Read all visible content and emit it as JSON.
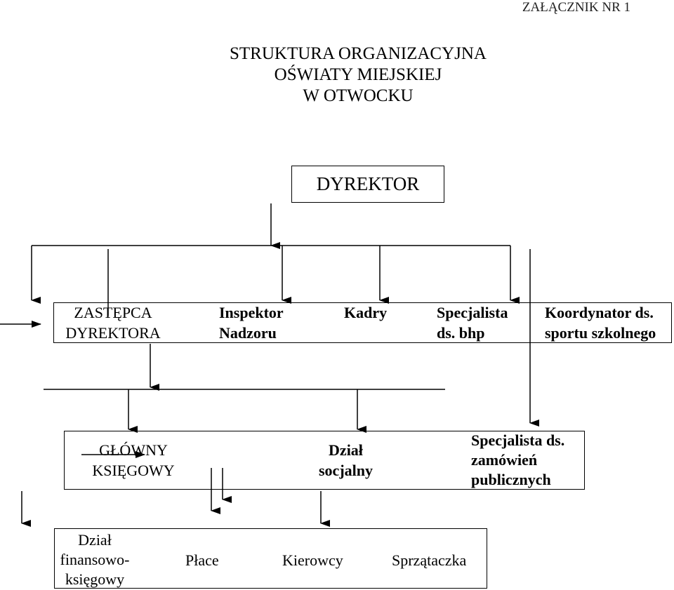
{
  "annex_label": "ZAŁĄCZNIK NR 1",
  "title": {
    "line1": "STRUKTURA ORGANIZACYJNA",
    "line2": "OŚWIATY MIEJSKIEJ",
    "line3": "W OTWOCKU"
  },
  "director": {
    "label": "DYREKTOR"
  },
  "level1": {
    "deputy": {
      "line1": "ZASTĘPCA",
      "line2": "DYREKTORA"
    },
    "inspector": {
      "line1": "Inspektor",
      "line2": "Nadzoru"
    },
    "hr": {
      "label": "Kadry"
    },
    "bhp": {
      "line1": "Specjalista",
      "line2": "ds. bhp"
    },
    "sport": {
      "line1": "Koordynator ds.",
      "line2": "sportu szkolnego"
    }
  },
  "level2": {
    "accountant": {
      "line1": "GŁÓWNY",
      "line2": "KSIĘGOWY"
    },
    "social": {
      "line1": "Dział",
      "line2": "socjalny"
    },
    "procurement": {
      "line1": "Specjalista ds.",
      "line2": "zamówień",
      "line3": "publicznych"
    }
  },
  "level3": {
    "finance": {
      "line1": "Dział",
      "line2": "finansowo-",
      "line3": "księgowy"
    },
    "payroll": {
      "label": "Płace"
    },
    "drivers": {
      "label": "Kierowcy"
    },
    "cleaner": {
      "label": "Sprzątaczka"
    }
  }
}
